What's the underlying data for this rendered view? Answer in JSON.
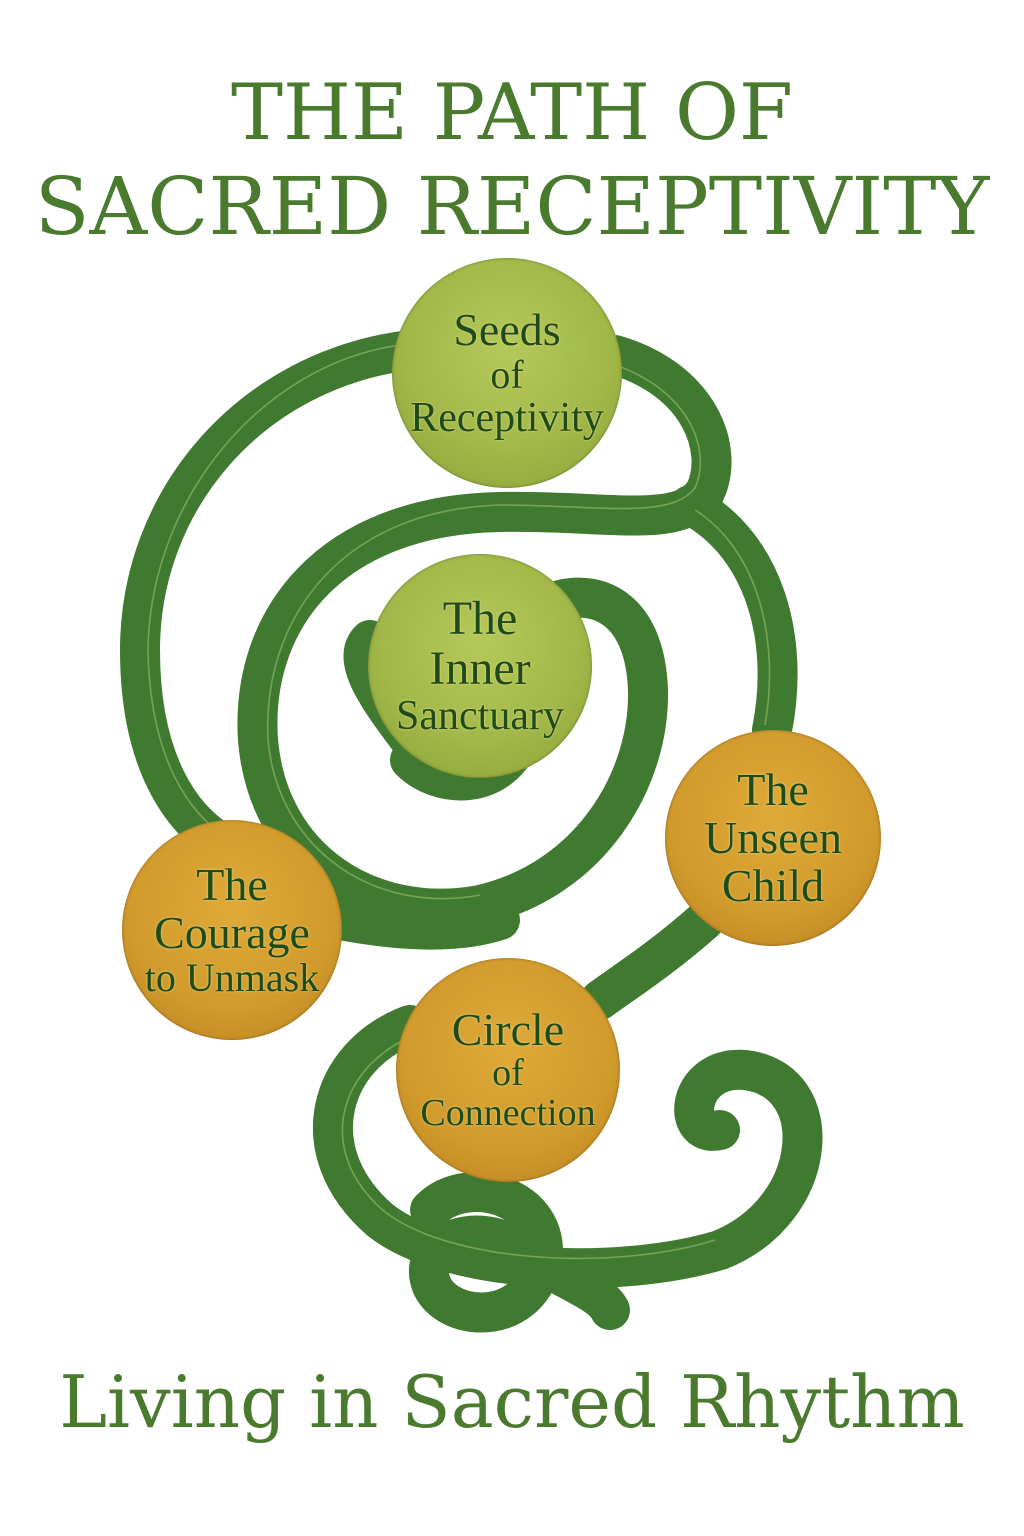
{
  "title": {
    "line1": "THE PATH OF",
    "line2": "SACRED RECEPTIVITY"
  },
  "subtitle": "Living in Sacred Rhythm",
  "nodes": [
    {
      "id": "seeds",
      "lines": [
        "Seeds",
        "of",
        "Receptivity"
      ],
      "color": "#a2b849"
    },
    {
      "id": "inner",
      "lines": [
        "The",
        "Inner",
        "Sanctuary"
      ],
      "color": "#a2b849"
    },
    {
      "id": "unseen",
      "lines": [
        "The",
        "Unseen",
        "Child"
      ],
      "color": "#d19a2c"
    },
    {
      "id": "courage",
      "lines": [
        "The",
        "Courage",
        "to Unmask"
      ],
      "color": "#d19a2c"
    },
    {
      "id": "circle",
      "lines": [
        "Circle",
        "of",
        "Connection"
      ],
      "color": "#d19a2c"
    }
  ],
  "colors": {
    "vine": "#3f7a30",
    "vine_vein": "#9cc06a",
    "title": "#4a7a2e",
    "text": "#1f4a1a"
  }
}
